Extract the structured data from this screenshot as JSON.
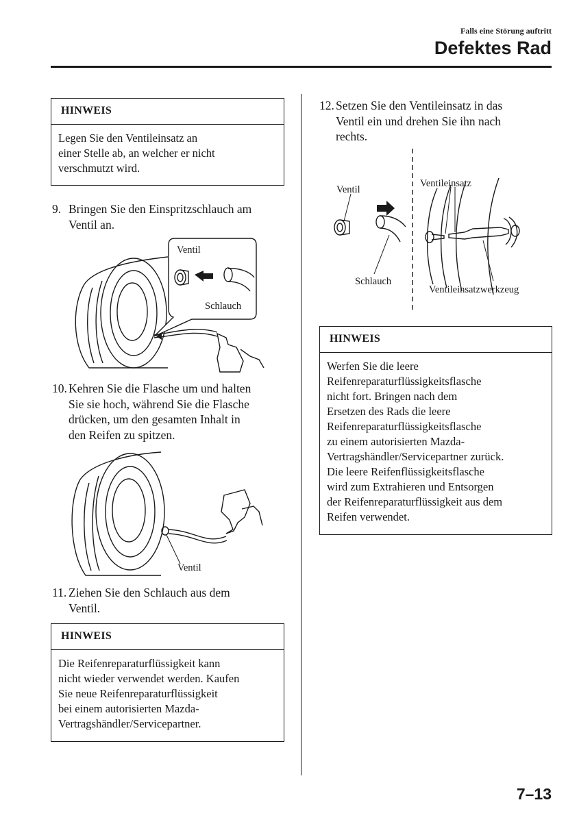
{
  "header": {
    "section": "Falls eine Störung auftritt",
    "title": "Defektes Rad"
  },
  "notes": [
    {
      "heading": "HINWEIS",
      "text": "Legen Sie den Ventileinsatz an\neiner Stelle ab, an welcher er nicht\nverschmutzt wird."
    },
    {
      "heading": "HINWEIS",
      "text": "Die Reifenreparaturflüssigkeit kann\nnicht wieder verwendet werden. Kaufen\nSie neue Reifenreparaturflüssigkeit\nbei einem autorisierten Mazda-\nVertragshändler/Servicepartner."
    },
    {
      "heading": "HINWEIS",
      "text": "Werfen Sie die leere\nReifenreparaturflüssigkeitsflasche\nnicht fort. Bringen nach dem\nErsetzen des Rads die leere\nReifenreparaturflüssigkeitsflasche\nzu einem autorisierten Mazda-\nVertragshändler/Servicepartner zurück.\nDie leere Reifenflüssigkeitsflasche\nwird zum Extrahieren und Entsorgen\nder Reifenreparaturflüssigkeit aus dem\nReifen verwendet."
    }
  ],
  "steps": [
    {
      "number": "9.",
      "text": "Bringen Sie den Einspritzschlauch am\nVentil an."
    },
    {
      "number": "10.",
      "text": "Kehren Sie die Flasche um und halten\nSie sie hoch, während Sie die Flasche\ndrücken, um den gesamten Inhalt in\nden Reifen zu spitzen."
    },
    {
      "number": "11.",
      "text": "Ziehen Sie den Schlauch aus dem\nVentil."
    },
    {
      "number": "12.",
      "text": "Setzen Sie den Ventileinsatz in das\nVentil ein und drehen Sie ihn nach\nrechts."
    }
  ],
  "figures": {
    "fig1": {
      "ventil": "Ventil",
      "schlauch": "Schlauch"
    },
    "fig2": {
      "ventil": "Ventil"
    },
    "fig3": {
      "ventil": "Ventil",
      "ventileinsatz": "Ventileinsatz",
      "schlauch": "Schlauch",
      "werkzeug": "Ventileinsatzwerkzeug"
    }
  },
  "page_number": "7–13"
}
